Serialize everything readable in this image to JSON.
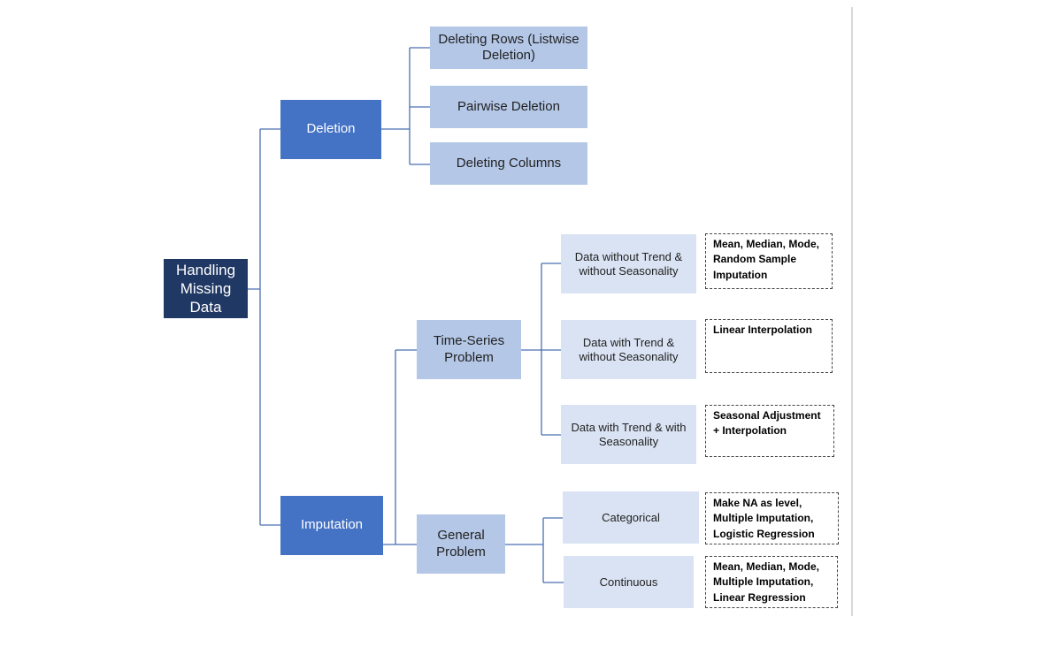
{
  "diagram": {
    "root": {
      "label": "Handling Missing Data"
    },
    "deletion": {
      "label": "Deletion",
      "children": [
        "Deleting Rows (Listwise Deletion)",
        "Pairwise Deletion",
        "Deleting Columns"
      ]
    },
    "imputation": {
      "label": "Imputation",
      "time_series": {
        "label": "Time-Series Problem",
        "cases": [
          {
            "label": "Data without Trend & without Seasonality",
            "methods": "Mean, Median, Mode, Random Sample Imputation"
          },
          {
            "label": "Data with Trend & without Seasonality",
            "methods": "Linear Interpolation"
          },
          {
            "label": "Data with Trend & with Seasonality",
            "methods": "Seasonal Adjustment + Interpolation"
          }
        ]
      },
      "general": {
        "label": "General Problem",
        "cases": [
          {
            "label": "Categorical",
            "methods": "Make NA as level, Multiple Imputation, Logistic Regression"
          },
          {
            "label": "Continuous",
            "methods": "Mean, Median, Mode, Multiple Imputation, Linear Regression"
          }
        ]
      }
    }
  },
  "colors": {
    "root": "#203864",
    "level1": "#4472c4",
    "level2": "#b4c7e7",
    "level3": "#dae3f3",
    "connector": "#4a6fb0"
  }
}
